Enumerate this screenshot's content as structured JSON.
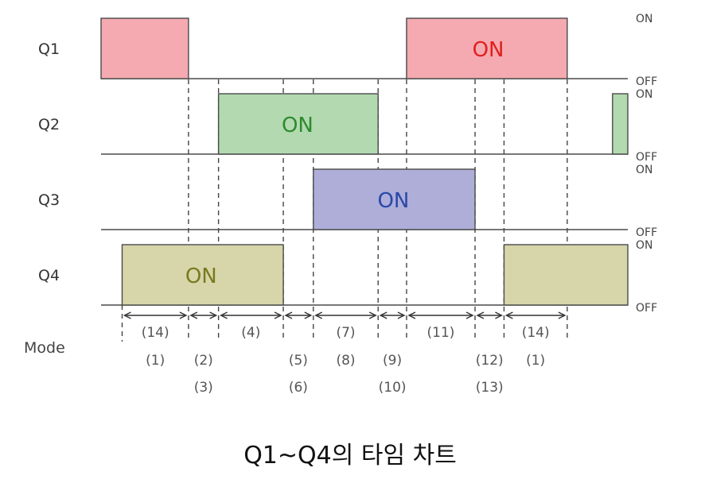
{
  "caption": "Q1~Q4의 타임 차트",
  "mode_label": "Mode",
  "state_on": "ON",
  "state_off": "OFF",
  "colors": {
    "Q1": {
      "fill": "#f4aab0",
      "stroke": "#4a4a4a",
      "text": "#e02020"
    },
    "Q2": {
      "fill": "#b3d9b0",
      "stroke": "#4a4a4a",
      "text": "#2e8b2e"
    },
    "Q3": {
      "fill": "#aeaed9",
      "stroke": "#4a4a4a",
      "text": "#2a48a8"
    },
    "Q4": {
      "fill": "#d6d6aa",
      "stroke": "#4a4a4a",
      "text": "#7a7a20"
    }
  },
  "chart_data": {
    "type": "timing",
    "time_range": [
      0,
      100
    ],
    "signals": [
      {
        "name": "Q1",
        "on_intervals": [
          [
            0,
            16.6
          ],
          [
            58,
            88.5
          ]
        ],
        "on_text": "ON",
        "on_text_at": 73.5
      },
      {
        "name": "Q2",
        "on_intervals": [
          [
            22.3,
            52.6
          ],
          [
            97.1,
            100
          ]
        ],
        "on_text": "ON",
        "on_text_at": 37.3
      },
      {
        "name": "Q3",
        "on_intervals": [
          [
            40.3,
            71
          ]
        ],
        "on_text": "ON",
        "on_text_at": 55.5
      },
      {
        "name": "Q4",
        "on_intervals": [
          [
            4,
            34.6
          ],
          [
            76.5,
            100
          ]
        ],
        "on_text": "ON",
        "on_text_at": 19
      }
    ],
    "transitions": [
      16.6,
      22.3,
      34.6,
      40.3,
      52.6,
      58,
      71,
      76.5,
      88.5
    ],
    "modes": [
      {
        "from": 4,
        "to": 16.6,
        "top": "(14)",
        "sub": [
          "(1)"
        ]
      },
      {
        "from": 16.6,
        "to": 22.3,
        "top": "",
        "sub": [
          "(2)",
          "(3)"
        ]
      },
      {
        "from": 22.3,
        "to": 34.6,
        "top": "(4)",
        "sub": []
      },
      {
        "from": 34.6,
        "to": 40.3,
        "top": "",
        "sub": [
          "(5)",
          "(6)"
        ]
      },
      {
        "from": 40.3,
        "to": 52.6,
        "top": "(7)",
        "sub": [
          "(8)"
        ]
      },
      {
        "from": 52.6,
        "to": 58,
        "top": "",
        "sub": [
          "(9)",
          "(10)"
        ]
      },
      {
        "from": 58,
        "to": 71,
        "top": "(11)",
        "sub": []
      },
      {
        "from": 71,
        "to": 76.5,
        "top": "",
        "sub": [
          "(12)",
          "(13)"
        ]
      },
      {
        "from": 76.5,
        "to": 88.5,
        "top": "(14)",
        "sub": [
          "(1)"
        ]
      }
    ]
  }
}
